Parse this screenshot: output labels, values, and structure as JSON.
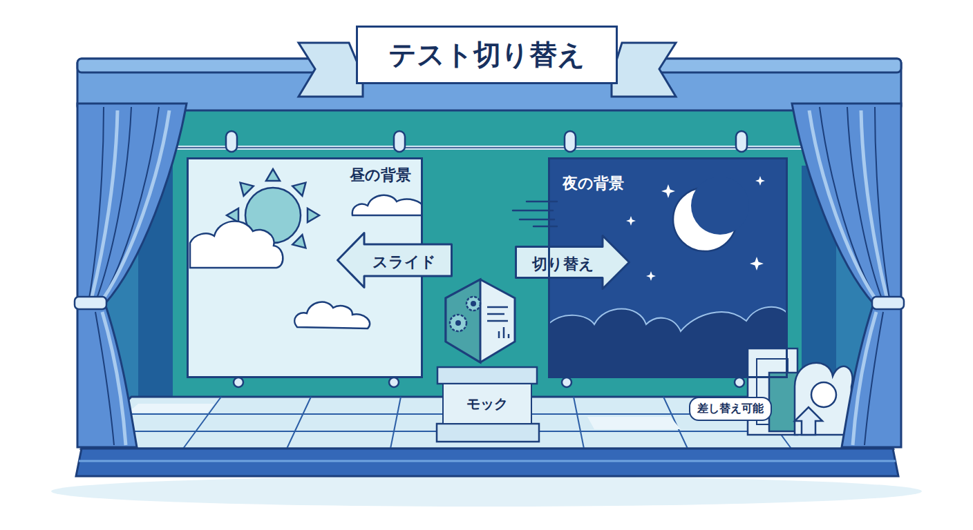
{
  "diagram": {
    "title": "テスト切り替え",
    "nodes": [
      {
        "text": [
          "昼の背景"
        ]
      },
      {
        "text": [
          "スライド"
        ]
      },
      {
        "text": [
          "切り替え"
        ]
      },
      {
        "text": [
          "夜の背景"
        ]
      },
      {
        "text": [
          "モック"
        ]
      },
      {
        "text": [
          "差し替え可能"
        ]
      }
    ]
  }
}
